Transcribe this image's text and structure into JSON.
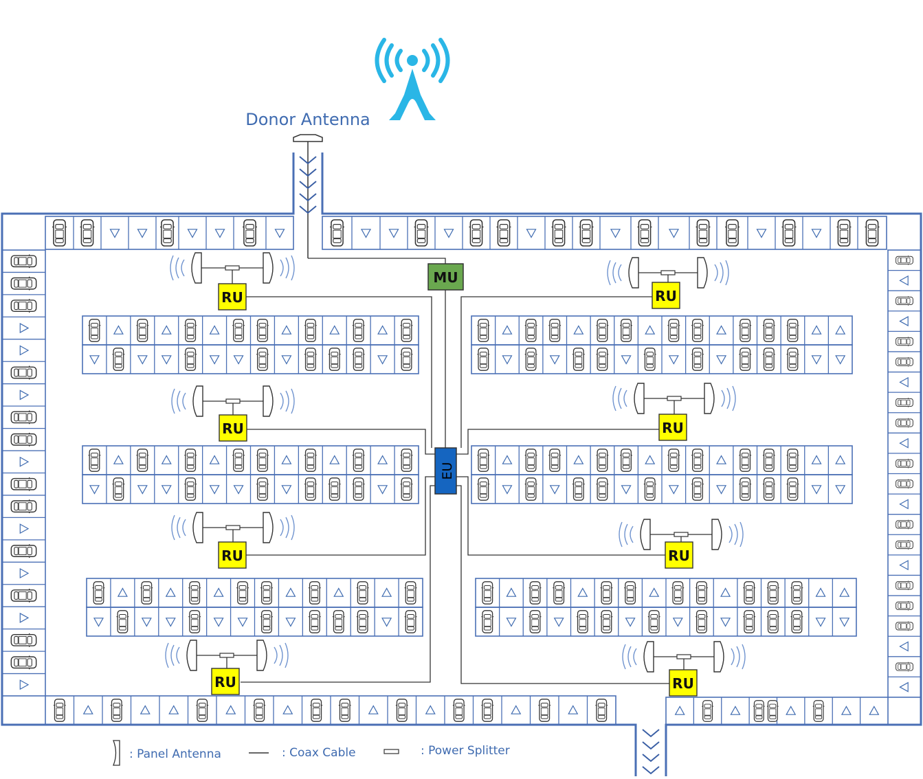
{
  "title": "Donor Antenna",
  "units": {
    "main": "MU",
    "expansion": "EU",
    "remote": "RU"
  },
  "legend": [
    {
      "key": "panel",
      "text": ": Panel Antenna"
    },
    {
      "key": "cable",
      "text": ": Coax Cable"
    },
    {
      "key": "splitter",
      "text": ": Power Splitter"
    }
  ],
  "colors": {
    "wall": "#4a6fb5",
    "stroke": "#333333",
    "mu": "#6aa84f",
    "eu": "#1565c0",
    "ru": "#ffff00",
    "signal": "#4a78c0",
    "tower": "#2ab6e6",
    "text": "#3f6bb0"
  },
  "icons": [
    "tower-icon",
    "car-icon",
    "direction-arrow-icon",
    "panel-antenna-icon",
    "power-splitter-icon",
    "entrance-chevron-icon"
  ]
}
